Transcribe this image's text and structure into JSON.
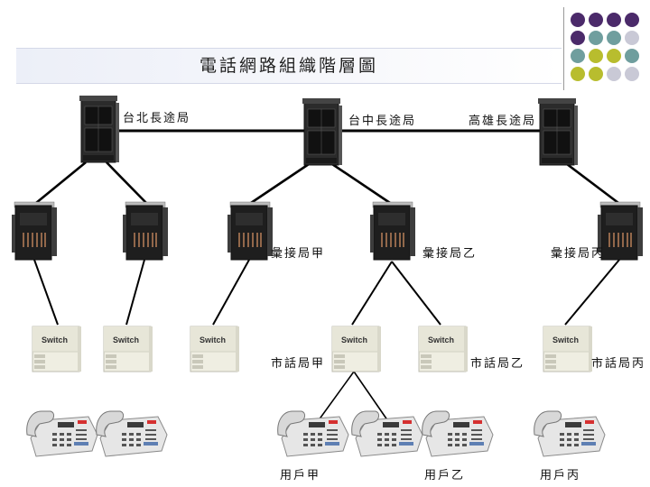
{
  "title": "電話網路組織階層圖",
  "labels": {
    "toll_taipei": "台北長途局",
    "toll_taichung": "台中長途局",
    "toll_kaohsiung": "高雄長途局",
    "tandem_a": "彙接局甲",
    "tandem_b": "彙接局乙",
    "tandem_c": "彙接局丙",
    "local_a": "市話局甲",
    "local_b": "市話局乙",
    "local_c": "市話局丙",
    "user_a": "用戶甲",
    "user_b": "用戶乙",
    "user_c": "用戶丙"
  },
  "device_text": {
    "switch": "Switch"
  },
  "colors": {
    "dot_purple": "#4b2a6a",
    "dot_teal": "#6f9e9e",
    "dot_olive": "#b8bd2e",
    "dot_gray": "#c9c9d6",
    "line": "#000000",
    "server": "#2a2a2a",
    "switch_body": "#efeee2"
  },
  "icons": [
    "server-icon",
    "tandem-server-icon",
    "switch-icon",
    "telephone-icon"
  ]
}
